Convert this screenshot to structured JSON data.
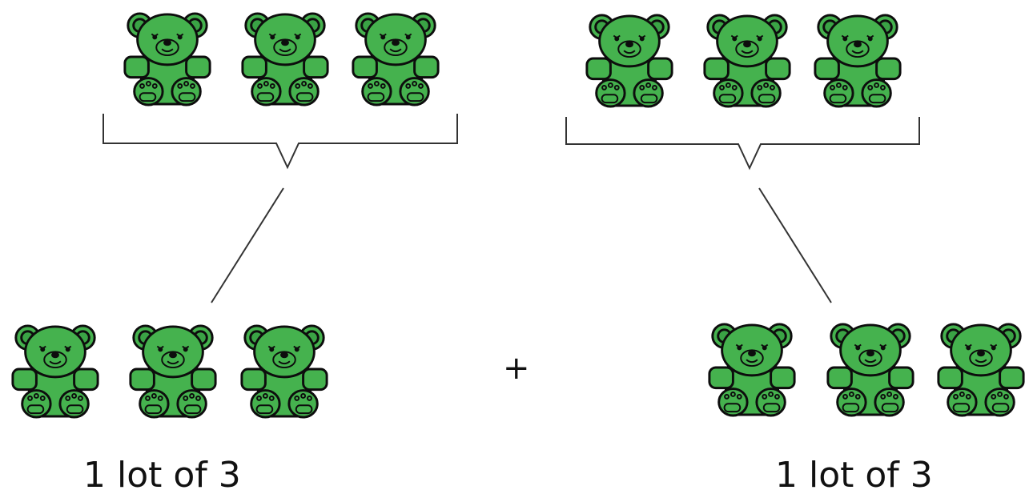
{
  "operator": "+",
  "groups": [
    {
      "label": "1 lot of 3",
      "count": 3
    },
    {
      "label": "1 lot of 3",
      "count": 3
    }
  ],
  "colors": {
    "bear_fill": "#45b24e",
    "bear_outline": "#0d0d0d",
    "line": "#333333"
  },
  "icons": {
    "bear": "teddy-bear-icon"
  }
}
